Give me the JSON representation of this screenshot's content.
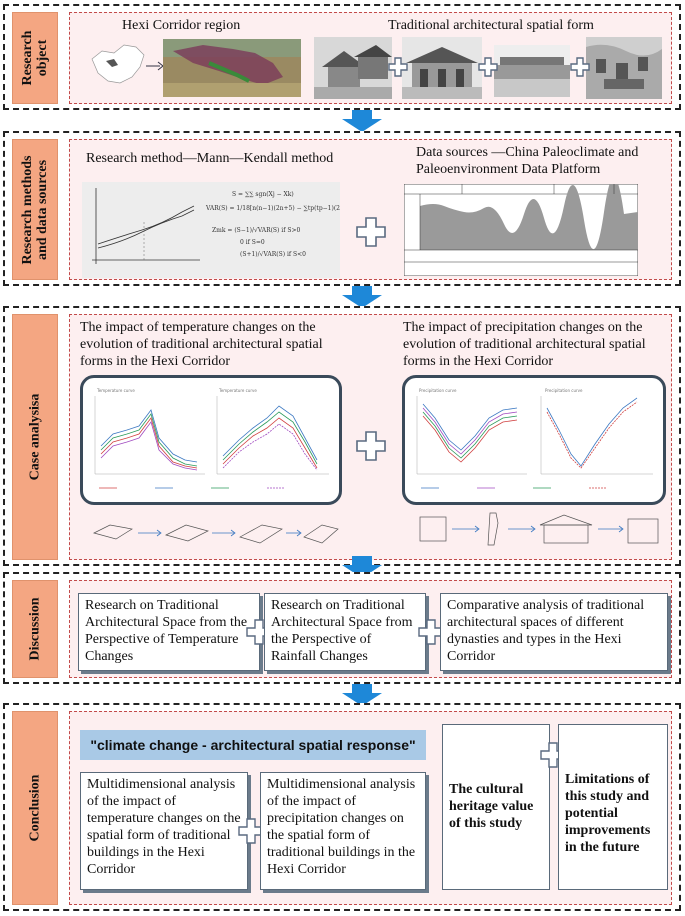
{
  "sections": {
    "research_object": "Research object",
    "methods": "Research methods and data sources",
    "case": "Case analysisa",
    "discussion": "Discussion",
    "conclusion": "Conclusion"
  },
  "research_object": {
    "region_title": "Hexi Corridor region",
    "form_title": "Traditional architectural spatial form"
  },
  "methods": {
    "method_title": "Research method—Mann—Kendall method",
    "data_title": "Data sources —China Paleoclimate and Paleoenvironment Data Platform"
  },
  "case": {
    "temp_title": "The impact of temperature changes on the evolution of traditional architectural spatial forms in the Hexi Corridor",
    "precip_title": "The impact of precipitation changes on the evolution of traditional architectural spatial forms in the Hexi Corridor"
  },
  "discussion": {
    "box1": "Research on Traditional Architectural Space from the Perspective of Temperature Changes",
    "box2": "Research on Traditional Architectural Space from the Perspective of Rainfall Changes",
    "box3": "Comparative analysis of traditional architectural spaces of different dynasties and types in the Hexi Corridor"
  },
  "conclusion": {
    "banner": "\"climate change - architectural spatial response\"",
    "box1": "Multidimensional analysis of the impact of temperature changes on the spatial form of traditional buildings in the Hexi Corridor",
    "box2": "Multidimensional analysis of the impact of precipitation changes on the spatial form of traditional buildings in the Hexi Corridor",
    "box3": "The cultural heritage value of this study",
    "box4": "Limitations of this study and potential improvements in the future"
  },
  "colors": {
    "label_bg": "#f4a682",
    "inner_bg": "#fdeff0",
    "inner_border": "#c24a4a",
    "arrow": "#1e88d8",
    "banner": "#a9c9e6"
  }
}
